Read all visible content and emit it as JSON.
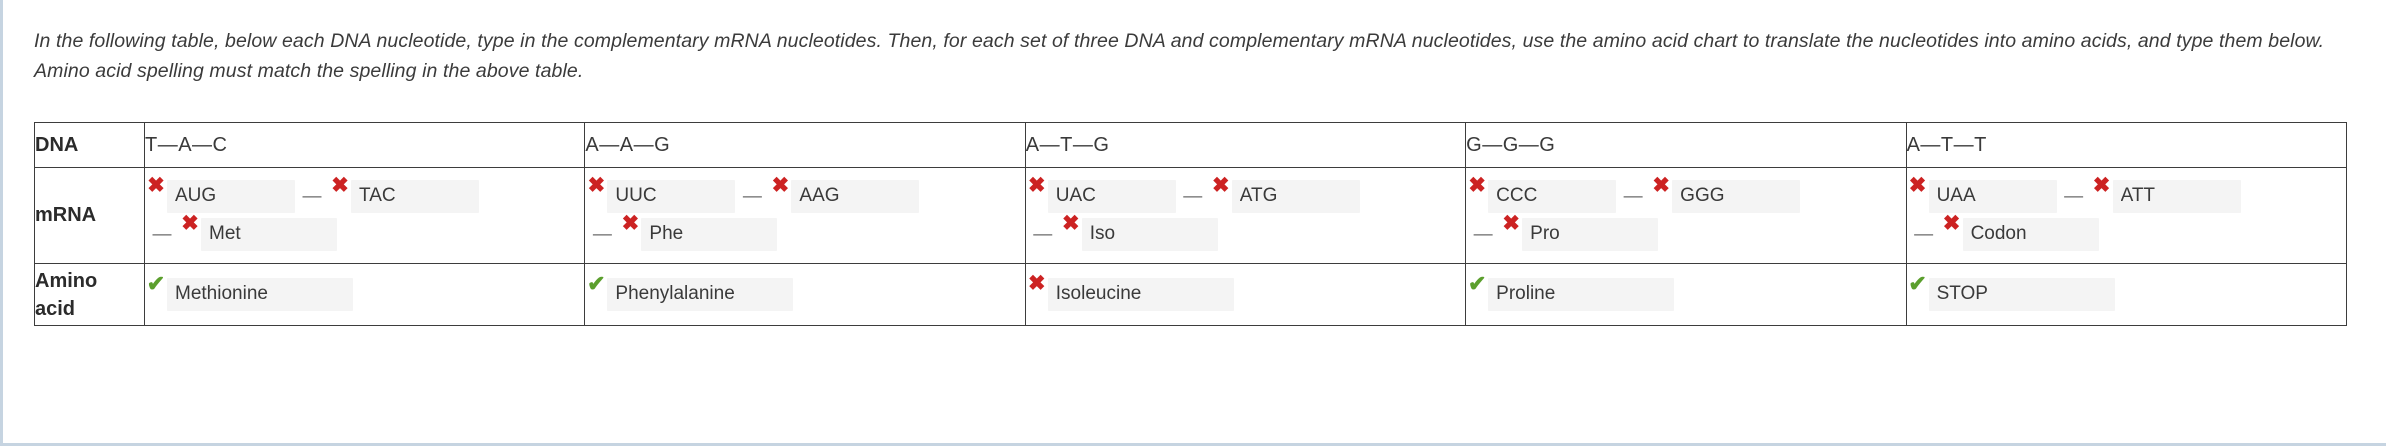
{
  "instructions": {
    "line1": "In the following table, below each DNA nucleotide, type in the complementary mRNA nucleotides. Then, for each set of three DNA and complementary mRNA nucleotides, use the amino acid chart to translate the nucleotides into amino acids, and type them below.",
    "line2": "Amino acid spelling must match the spelling in the above table."
  },
  "table": {
    "row_labels": {
      "dna": "DNA",
      "mrna": "mRNA",
      "amino_acid_line1": "Amino",
      "amino_acid_line2": "acid"
    },
    "separator_dash": "—",
    "marks": {
      "cross": "✖",
      "check": "✔",
      "cross_color": "#cc2222",
      "check_color": "#5b9f2d"
    },
    "columns": [
      {
        "dna": "T—A—C",
        "mrna_first": "AUG",
        "mrna_first_status": "cross",
        "mrna_second": "TAC",
        "mrna_second_status": "cross",
        "mrna_third": "Met",
        "mrna_third_status": "cross",
        "amino_acid": "Methionine",
        "amino_acid_status": "check"
      },
      {
        "dna": "A—A—G",
        "mrna_first": "UUC",
        "mrna_first_status": "cross",
        "mrna_second": "AAG",
        "mrna_second_status": "cross",
        "mrna_third": "Phe",
        "mrna_third_status": "cross",
        "amino_acid": "Phenylalanine",
        "amino_acid_status": "check"
      },
      {
        "dna": "A—T—G",
        "mrna_first": "UAC",
        "mrna_first_status": "cross",
        "mrna_second": "ATG",
        "mrna_second_status": "cross",
        "mrna_third": "Iso",
        "mrna_third_status": "cross",
        "amino_acid": "Isoleucine",
        "amino_acid_status": "cross"
      },
      {
        "dna": "G—G—G",
        "mrna_first": "CCC",
        "mrna_first_status": "cross",
        "mrna_second": "GGG",
        "mrna_second_status": "cross",
        "mrna_third": "Pro",
        "mrna_third_status": "cross",
        "amino_acid": "Proline",
        "amino_acid_status": "check"
      },
      {
        "dna": "A—T—T",
        "mrna_first": "UAA",
        "mrna_first_status": "cross",
        "mrna_second": "ATT",
        "mrna_second_status": "cross",
        "mrna_third": "Codon",
        "mrna_third_status": "cross",
        "amino_acid": "STOP",
        "amino_acid_status": "check"
      }
    ]
  }
}
